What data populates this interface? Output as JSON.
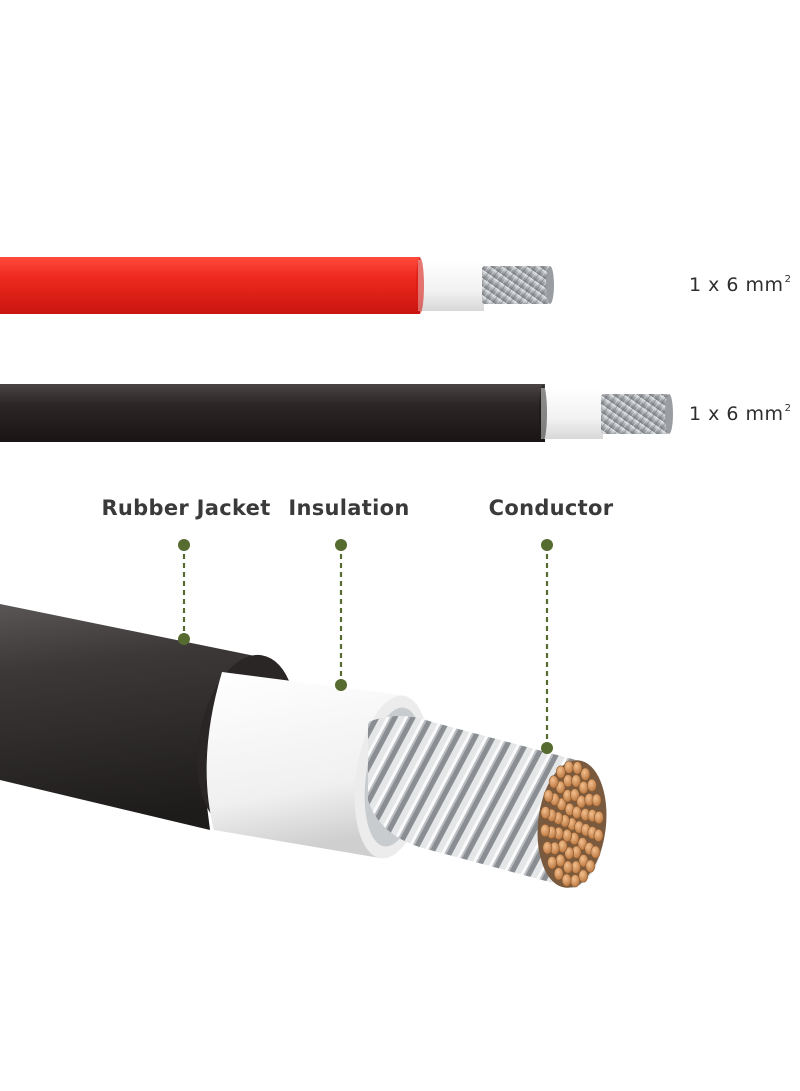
{
  "cables": [
    {
      "spec_value": "1 x 6 mm",
      "spec_superscript": "2",
      "jacket_color": "#e8231d"
    },
    {
      "spec_value": "1 x 6 mm",
      "spec_superscript": "2",
      "jacket_color": "#2a2424"
    }
  ],
  "callouts": [
    {
      "label": "Rubber Jacket"
    },
    {
      "label": "Insulation"
    },
    {
      "label": "Conductor"
    }
  ],
  "colors": {
    "callout_line": "#556b2f",
    "insulation": "#f4f4f4",
    "conductor_strand": "#b0b4b8",
    "copper": "#d4935a"
  }
}
